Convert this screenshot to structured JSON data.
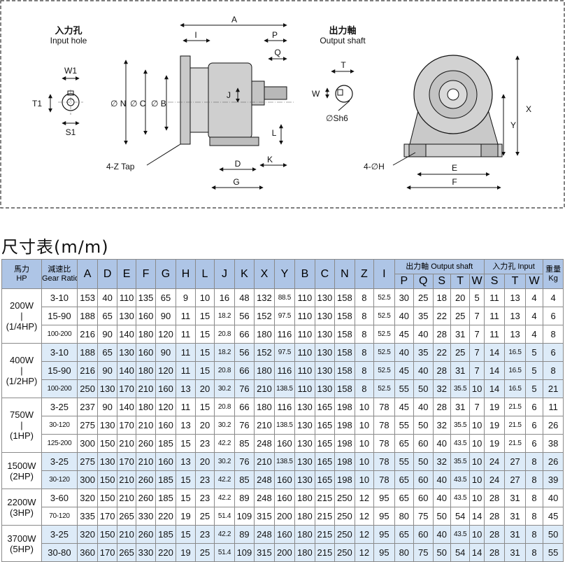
{
  "drawing": {
    "input_hole_title_cn": "入力孔",
    "input_hole_title_en": "Input hole",
    "output_shaft_title_cn": "出力軸",
    "output_shaft_title_en": "Output shaft",
    "labels": {
      "A": "A",
      "I": "I",
      "P": "P",
      "Q": "Q",
      "J": "J",
      "L": "L",
      "K": "K",
      "D": "D",
      "G": "G",
      "N": "∅ N",
      "C": "∅ C",
      "B": "∅ B",
      "tap": "4-Z Tap",
      "W1": "W1",
      "T1": "T1",
      "S1": "S1",
      "T": "T",
      "W": "W",
      "Sh6": "∅Sh6",
      "X": "X",
      "Y": "Y",
      "H": "4-∅H",
      "E": "E",
      "F": "F"
    }
  },
  "table": {
    "title": "尺寸表(m/m)",
    "header": {
      "power_cn": "馬力",
      "power_en": "HP",
      "ratio_cn": "減速比",
      "ratio_en": "Gear Ratio",
      "dims": [
        "A",
        "D",
        "E",
        "F",
        "G",
        "H",
        "L",
        "J",
        "K",
        "X",
        "Y",
        "B",
        "C",
        "N",
        "Z",
        "I"
      ],
      "output_group": "出力軸 Output shaft",
      "output_cols": [
        "P",
        "Q",
        "S",
        "T",
        "W"
      ],
      "input_group": "入力孔 Input",
      "input_cols": [
        "S",
        "T",
        "W"
      ],
      "weight_cn": "重量",
      "weight_en": "Kg"
    },
    "groups": [
      {
        "model": "200W",
        "bar": "|",
        "hp": "(1/4HP)",
        "shade": "white",
        "rows": [
          [
            "3-10",
            "153",
            "40",
            "110",
            "135",
            "65",
            "9",
            "10",
            "16",
            "48",
            "132",
            "88.5",
            "110",
            "130",
            "158",
            "8",
            "52.5",
            "30",
            "25",
            "18",
            "20",
            "5",
            "11",
            "13",
            "4",
            "4"
          ],
          [
            "15-90",
            "188",
            "65",
            "130",
            "160",
            "90",
            "11",
            "15",
            "18.2",
            "56",
            "152",
            "97.5",
            "110",
            "130",
            "158",
            "8",
            "52.5",
            "40",
            "35",
            "22",
            "25",
            "7",
            "11",
            "13",
            "4",
            "6"
          ],
          [
            "100-200",
            "216",
            "90",
            "140",
            "180",
            "120",
            "11",
            "15",
            "20.8",
            "66",
            "180",
            "116",
            "110",
            "130",
            "158",
            "8",
            "52.5",
            "45",
            "40",
            "28",
            "31",
            "7",
            "11",
            "13",
            "4",
            "8"
          ]
        ]
      },
      {
        "model": "400W",
        "bar": "|",
        "hp": "(1/2HP)",
        "shade": "blue",
        "rows": [
          [
            "3-10",
            "188",
            "65",
            "130",
            "160",
            "90",
            "11",
            "15",
            "18.2",
            "56",
            "152",
            "97.5",
            "110",
            "130",
            "158",
            "8",
            "52.5",
            "40",
            "35",
            "22",
            "25",
            "7",
            "14",
            "16.5",
            "5",
            "6"
          ],
          [
            "15-90",
            "216",
            "90",
            "140",
            "180",
            "120",
            "11",
            "15",
            "20.8",
            "66",
            "180",
            "116",
            "110",
            "130",
            "158",
            "8",
            "52.5",
            "45",
            "40",
            "28",
            "31",
            "7",
            "14",
            "16.5",
            "5",
            "8"
          ],
          [
            "100-200",
            "250",
            "130",
            "170",
            "210",
            "160",
            "13",
            "20",
            "30.2",
            "76",
            "210",
            "138.5",
            "110",
            "130",
            "158",
            "8",
            "52.5",
            "55",
            "50",
            "32",
            "35.5",
            "10",
            "14",
            "16.5",
            "5",
            "21"
          ]
        ]
      },
      {
        "model": "750W",
        "bar": "|",
        "hp": "(1HP)",
        "shade": "white",
        "rows": [
          [
            "3-25",
            "237",
            "90",
            "140",
            "180",
            "120",
            "11",
            "15",
            "20.8",
            "66",
            "180",
            "116",
            "130",
            "165",
            "198",
            "10",
            "78",
            "45",
            "40",
            "28",
            "31",
            "7",
            "19",
            "21.5",
            "6",
            "11"
          ],
          [
            "30-120",
            "275",
            "130",
            "170",
            "210",
            "160",
            "13",
            "20",
            "30.2",
            "76",
            "210",
            "138.5",
            "130",
            "165",
            "198",
            "10",
            "78",
            "55",
            "50",
            "32",
            "35.5",
            "10",
            "19",
            "21.5",
            "6",
            "26"
          ],
          [
            "125-200",
            "300",
            "150",
            "210",
            "260",
            "185",
            "15",
            "23",
            "42.2",
            "85",
            "248",
            "160",
            "130",
            "165",
            "198",
            "10",
            "78",
            "65",
            "60",
            "40",
            "43.5",
            "10",
            "19",
            "21.5",
            "6",
            "38"
          ]
        ]
      },
      {
        "model": "1500W",
        "bar": "",
        "hp": "(2HP)",
        "shade": "blue",
        "rows": [
          [
            "3-25",
            "275",
            "130",
            "170",
            "210",
            "160",
            "13",
            "20",
            "30.2",
            "76",
            "210",
            "138.5",
            "130",
            "165",
            "198",
            "10",
            "78",
            "55",
            "50",
            "32",
            "35.5",
            "10",
            "24",
            "27",
            "8",
            "26"
          ],
          [
            "30-120",
            "300",
            "150",
            "210",
            "260",
            "185",
            "15",
            "23",
            "42.2",
            "85",
            "248",
            "160",
            "130",
            "165",
            "198",
            "10",
            "78",
            "65",
            "60",
            "40",
            "43.5",
            "10",
            "24",
            "27",
            "8",
            "39"
          ]
        ]
      },
      {
        "model": "2200W",
        "bar": "",
        "hp": "(3HP)",
        "shade": "white",
        "rows": [
          [
            "3-60",
            "320",
            "150",
            "210",
            "260",
            "185",
            "15",
            "23",
            "42.2",
            "89",
            "248",
            "160",
            "180",
            "215",
            "250",
            "12",
            "95",
            "65",
            "60",
            "40",
            "43.5",
            "10",
            "28",
            "31",
            "8",
            "40"
          ],
          [
            "70-120",
            "335",
            "170",
            "265",
            "330",
            "220",
            "19",
            "25",
            "51.4",
            "109",
            "315",
            "200",
            "180",
            "215",
            "250",
            "12",
            "95",
            "80",
            "75",
            "50",
            "54",
            "14",
            "28",
            "31",
            "8",
            "45"
          ]
        ]
      },
      {
        "model": "3700W",
        "bar": "",
        "hp": "(5HP)",
        "shade": "blue",
        "rows": [
          [
            "3-25",
            "320",
            "150",
            "210",
            "260",
            "185",
            "15",
            "23",
            "42.2",
            "89",
            "248",
            "160",
            "180",
            "215",
            "250",
            "12",
            "95",
            "65",
            "60",
            "40",
            "43.5",
            "10",
            "28",
            "31",
            "8",
            "50"
          ],
          [
            "30-80",
            "360",
            "170",
            "265",
            "330",
            "220",
            "19",
            "25",
            "51.4",
            "109",
            "315",
            "200",
            "180",
            "215",
            "250",
            "12",
            "95",
            "80",
            "75",
            "50",
            "54",
            "14",
            "28",
            "31",
            "8",
            "55"
          ]
        ]
      }
    ]
  }
}
